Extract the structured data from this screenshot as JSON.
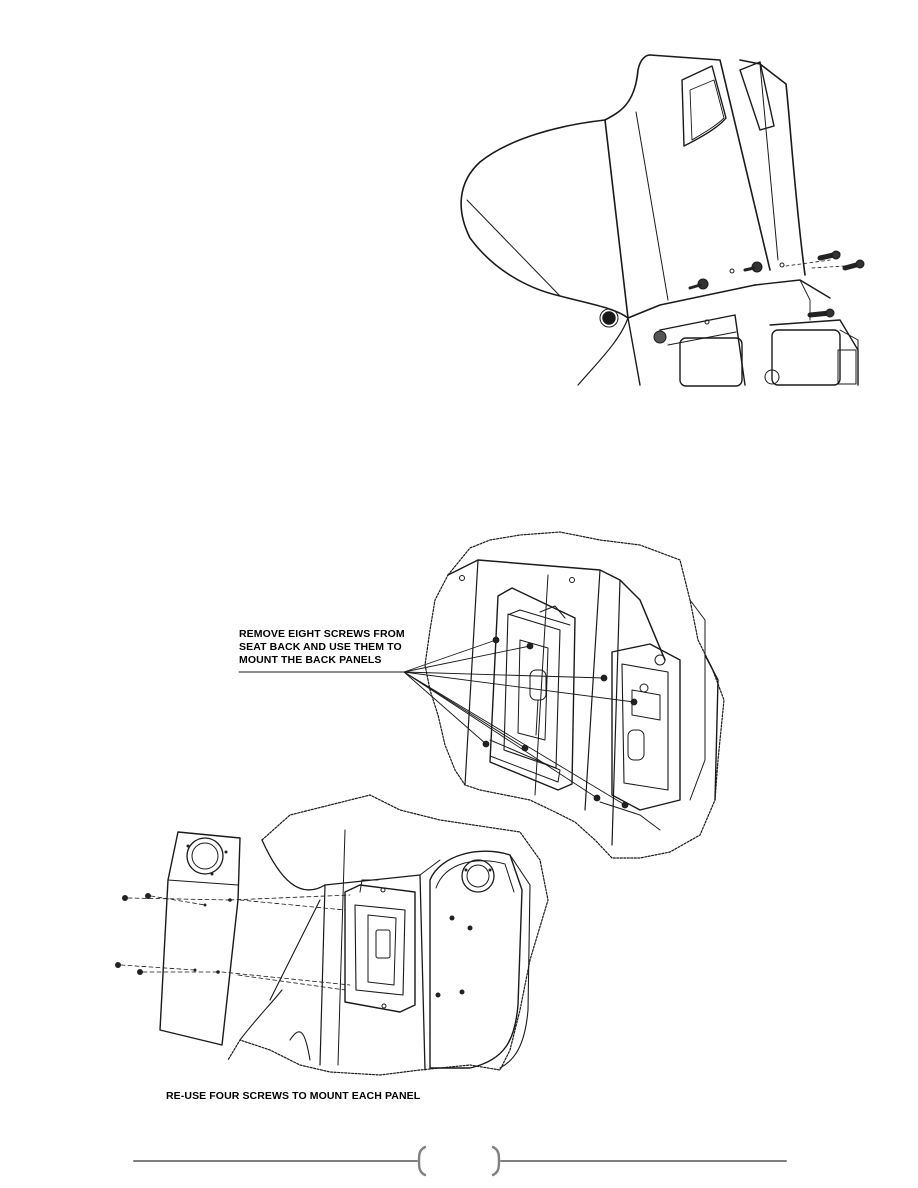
{
  "callouts": {
    "remove_screws": {
      "line1": "REMOVE EIGHT SCREWS FROM",
      "line2": "SEAT BACK AND USE THEM TO",
      "line3": "MOUNT THE BACK PANELS"
    },
    "reuse_screws": "RE-USE FOUR SCREWS TO MOUNT EACH PANEL"
  },
  "footer": {
    "page_number": ""
  }
}
